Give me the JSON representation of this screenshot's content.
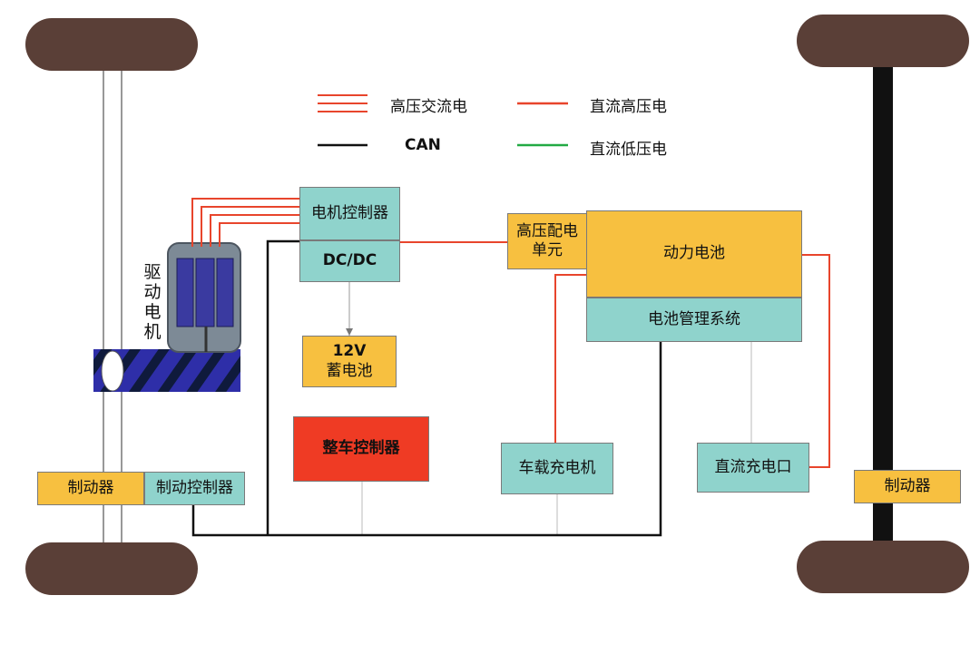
{
  "legend": {
    "hv_ac": "高压交流电",
    "dc_hv": "直流高压电",
    "can": "CAN",
    "dc_lv": "直流低压电"
  },
  "colors": {
    "hv_ac": "#e8452c",
    "dc_hv": "#e8452c",
    "can": "#111111",
    "dc_lv": "#22aa44",
    "wheel": "#5a3f37",
    "teal": "#8fd3cc",
    "yellow": "#f7c040",
    "red": "#ef3b24"
  },
  "components": {
    "motor_controller": "电机控制器",
    "dcdc": "DC/DC",
    "hv_distribution_line1": "高压配电",
    "hv_distribution_line2": "单元",
    "power_battery": "动力电池",
    "bms": "电池管理系统",
    "battery_12v_line1": "12V",
    "battery_12v_line2": "蓄电池",
    "vehicle_controller": "整车控制器",
    "onboard_charger": "车载充电机",
    "dc_charge_port": "直流充电口",
    "brake_left": "制动器",
    "brake_controller": "制动控制器",
    "brake_right": "制动器",
    "drive_motor": "驱动电机"
  }
}
